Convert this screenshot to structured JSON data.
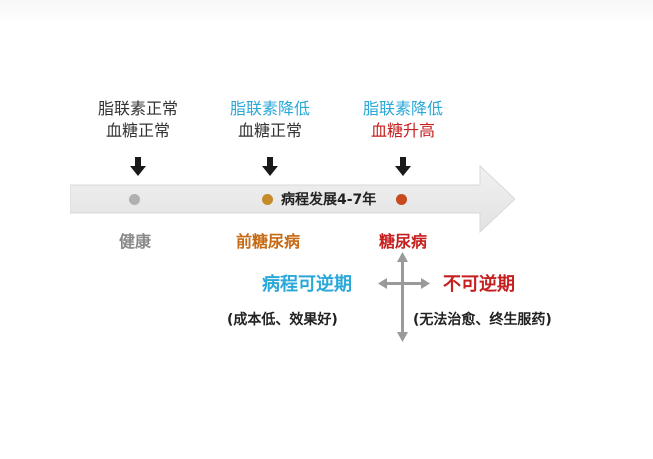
{
  "stages": [
    {
      "line1": "脂联素正常",
      "line2": "血糖正常",
      "label": "健康"
    },
    {
      "line1": "脂联素降低",
      "line2": "血糖正常",
      "label": "前糖尿病"
    },
    {
      "line1": "脂联素降低",
      "line2": "血糖升高",
      "label": "糖尿病"
    }
  ],
  "timeline": {
    "duration_label": "病程发展4-7年"
  },
  "phases": {
    "reversible": {
      "title": "病程可逆期",
      "note": "(成本低、效果好)"
    },
    "irreversible": {
      "title": "不可逆期",
      "note": "(无法治愈、终生服药)"
    }
  },
  "colors": {
    "teal": "#2aa8d8",
    "red": "#c42020",
    "orange": "#c76a15",
    "healthy_dot": "#b0b0b0",
    "prediabetes_dot": "#c78a2a",
    "diabetes_dot": "#c8491e"
  }
}
